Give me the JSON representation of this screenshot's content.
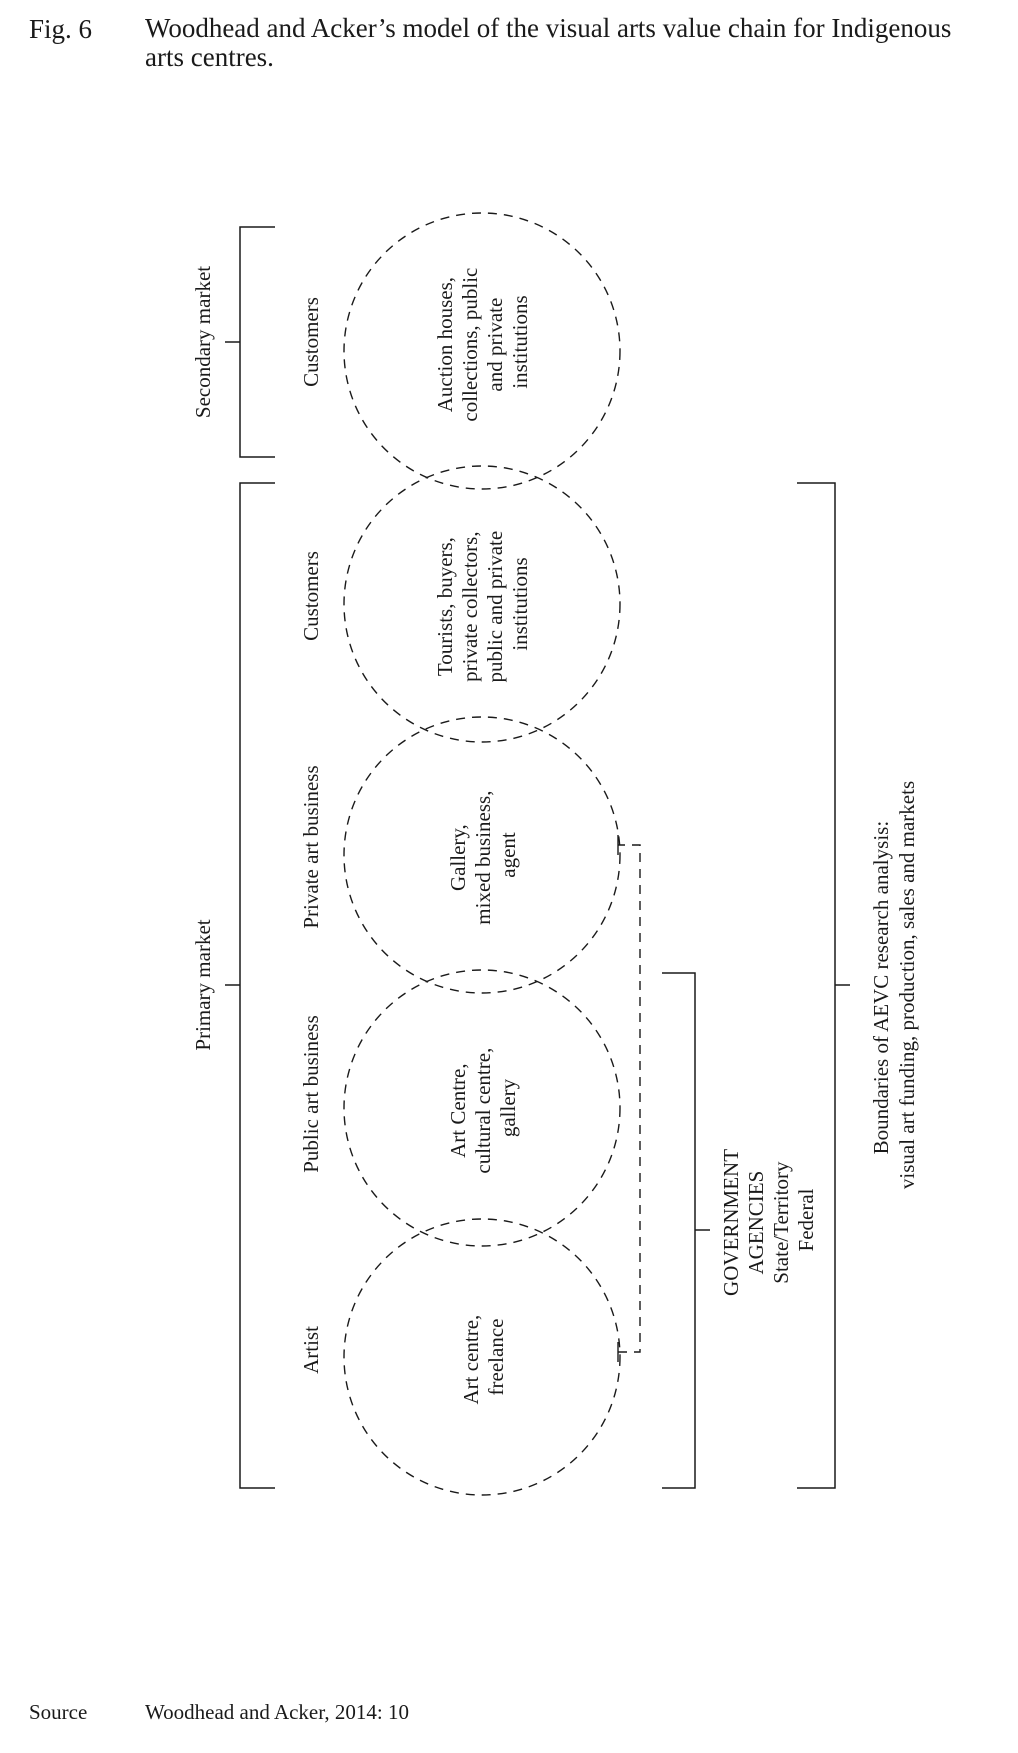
{
  "figure": {
    "label": "Fig. 6",
    "title": "Woodhead and Acker’s model of the visual arts value chain for Indigenous arts centres."
  },
  "source": {
    "label": "Source",
    "text": "Woodhead and Acker, 2014: 10"
  },
  "diagram": {
    "markets": {
      "secondary": "Secondary market",
      "primary": "Primary market"
    },
    "roles": [
      "Artist",
      "Public art business",
      "Private art business",
      "Customers",
      "Customers"
    ],
    "circles": [
      [
        "Art centre,",
        "freelance"
      ],
      [
        "Art Centre,",
        "cultural centre,",
        "gallery"
      ],
      [
        "Gallery,",
        "mixed business,",
        "agent"
      ],
      [
        "Tourists, buyers,",
        "private collectors,",
        "public and private",
        "institutions"
      ],
      [
        "Auction houses,",
        "collections, public",
        "and private",
        "institutions"
      ]
    ],
    "government": [
      "GOVERNMENT",
      "AGENCIES",
      "State/Territory",
      "Federal"
    ],
    "boundaries": [
      "Boundaries of AEVC research analysis:",
      "visual art funding, production, sales and markets"
    ]
  }
}
